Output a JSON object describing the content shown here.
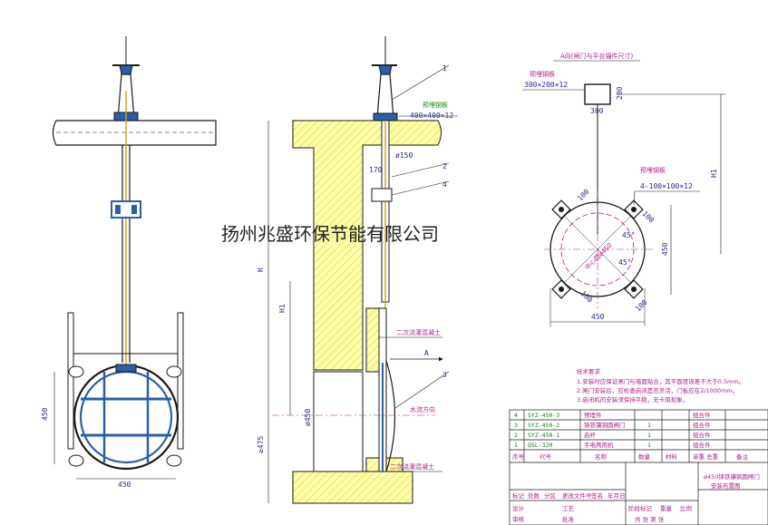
{
  "watermark": "扬州兆盛环保节能有限公司",
  "front_view": {
    "dim_height": "450",
    "dim_width": "450"
  },
  "section_view": {
    "callouts": [
      "1",
      "2",
      "4",
      "3"
    ],
    "embedded_plate_label": "预埋钢板",
    "embedded_plate_size": "400×400×12",
    "pipe_dia": "ø150",
    "dim_170": "170",
    "dim_H": "H",
    "dim_H1": "H1",
    "dim_450": "ø450",
    "dim_475": "≥475",
    "grout_label_top": "二次浇灌混凝土",
    "grout_label_bottom": "二次浇灌混凝土",
    "flow_label": "水流方向",
    "arrow_A": "A"
  },
  "a_view": {
    "title": "A向(闸门与平台锚件尺寸)",
    "top_plate_label": "预埋钢板",
    "top_plate_size": "300×200×12",
    "dim_300": "300",
    "dim_200": "200",
    "dim_H1": "H1",
    "side_plate_label": "预埋钢板",
    "side_plate_size": "4-100×100×12",
    "dim_100a": "100",
    "dim_100b": "100",
    "dim_100c": "100",
    "dim_100d": "100",
    "dim_450_right": "450",
    "dim_450_bottom": "450",
    "angle_a": "45°",
    "angle_b": "45°",
    "bolt_circle": "中心圆ø450"
  },
  "notes": {
    "heading": "技术要求",
    "lines": [
      "1.安装时应保证闸门与墙面贴合，其平面度误差不大于0.5mm。",
      "2.闸门安装后，应检查启闭是否灵活，门板应在2/1000mm。",
      "3.启闭机的安装须保持平稳，无卡阻现象。"
    ]
  },
  "parts_table": {
    "rows": [
      {
        "no": "4",
        "code": "SYZ-450-3",
        "name": "预埋件",
        "qty": "",
        "note": "组合件"
      },
      {
        "no": "3",
        "code": "SYZ-450-2",
        "name": "铸铁镶铜圆闸门",
        "qty": "1",
        "note": "组合件"
      },
      {
        "no": "2",
        "code": "SYZ-450-1",
        "name": "启杆",
        "qty": "1",
        "note": "组合件"
      },
      {
        "no": "1",
        "code": "QSL-320",
        "name": "手电两用机",
        "qty": "1",
        "note": "组合件"
      }
    ],
    "header": {
      "no": "序号",
      "code": "代号",
      "name": "名称",
      "qty": "数量",
      "material": "材料",
      "weight": "单重 总重",
      "note": "备注"
    }
  },
  "title_block": {
    "drawing_title_1": "ø450铸铁镶铜圆闸门",
    "drawing_title_2": "安装布置图",
    "row_labels": [
      "标记",
      "处数",
      "分区",
      "更改文件号",
      "签名",
      "年月日"
    ],
    "design": "设计",
    "check": "审核",
    "process": "工艺",
    "approve": "批准",
    "stage": "阶段标记",
    "weight": "重量",
    "scale": "比例",
    "sheet": "共 张 第 张"
  }
}
